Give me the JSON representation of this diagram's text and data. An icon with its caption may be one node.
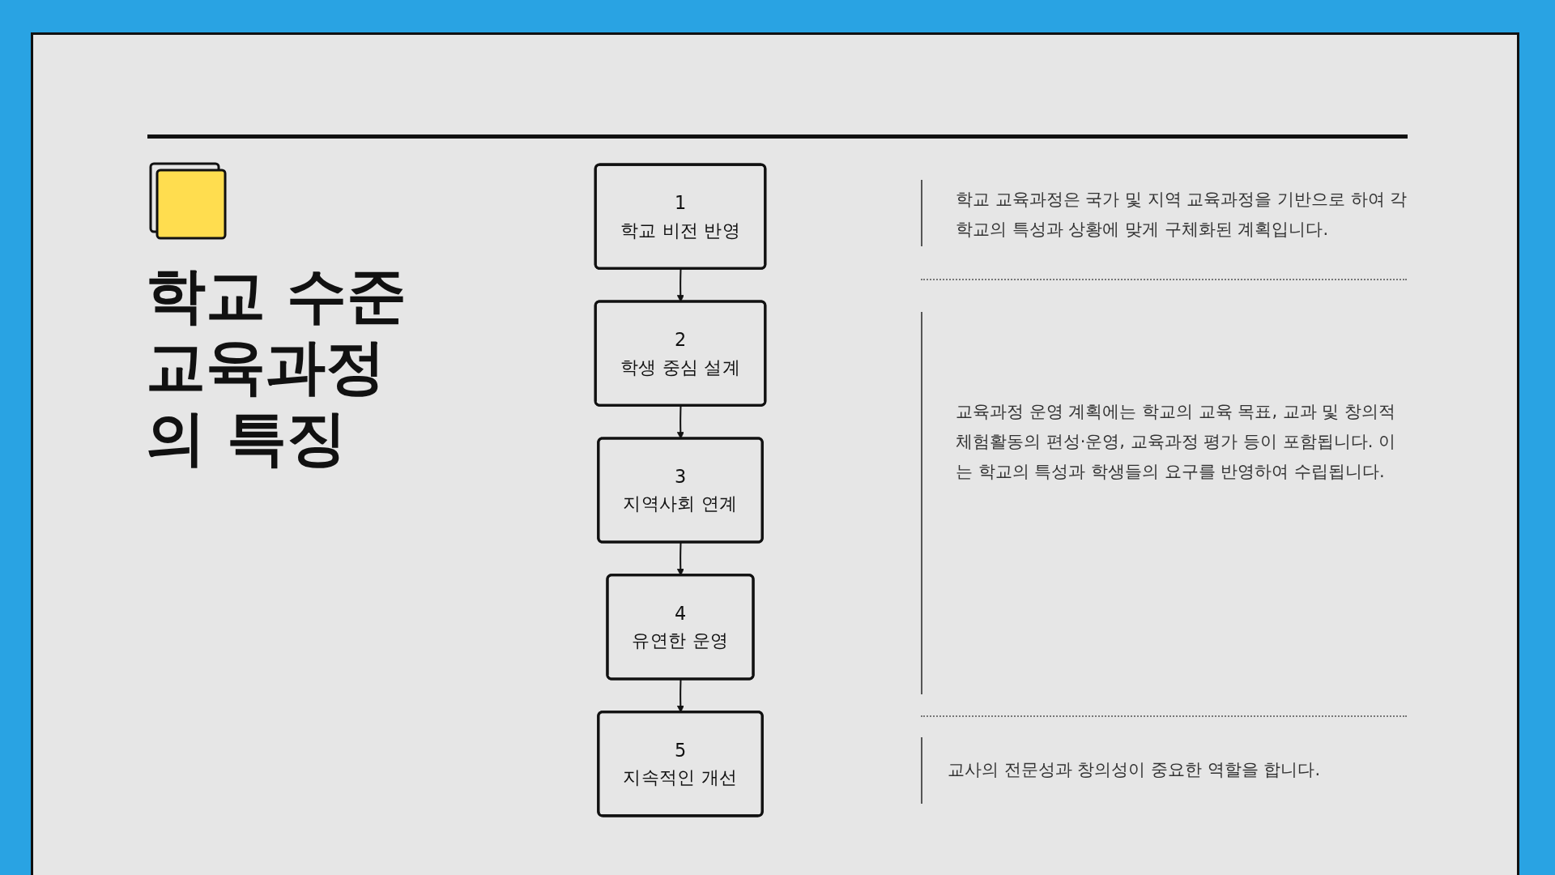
{
  "diagram": {
    "title": "학교 수준 교육과정의 특징",
    "nodes": [
      {
        "text": [
          "1",
          "학교 비전 반영"
        ]
      },
      {
        "text": [
          "2",
          "학생 중심 설계"
        ]
      },
      {
        "text": [
          "3",
          "지역사회 연계"
        ]
      },
      {
        "text": [
          "4",
          "유연한 운영"
        ]
      },
      {
        "text": [
          "5",
          "지속적인 개선"
        ]
      }
    ],
    "edges": [
      {
        "from": 0,
        "to": 1,
        "arrow": "to"
      },
      {
        "from": 1,
        "to": 2,
        "arrow": "to"
      },
      {
        "from": 2,
        "to": 3,
        "arrow": "to"
      },
      {
        "from": 3,
        "to": 4,
        "arrow": "to"
      }
    ],
    "labels": [
      "학교 교육과정은 국가 및 지역 교육과정을 기반으로 하여 각 학교의 특성과 상황에 맞게 구체화된 계획입니다.",
      "교육과정 운영 계획에는 학교의 교육 목표, 교과 및 창의적 체험활동의 편성·운영, 교육과정 평가 등이 포함됩니다. 이는 학교의 특성과 학생들의 요구를 반영하여 수립됩니다.",
      "교사의 전문성과 창의성이 중요한 역할을 합니다."
    ]
  }
}
